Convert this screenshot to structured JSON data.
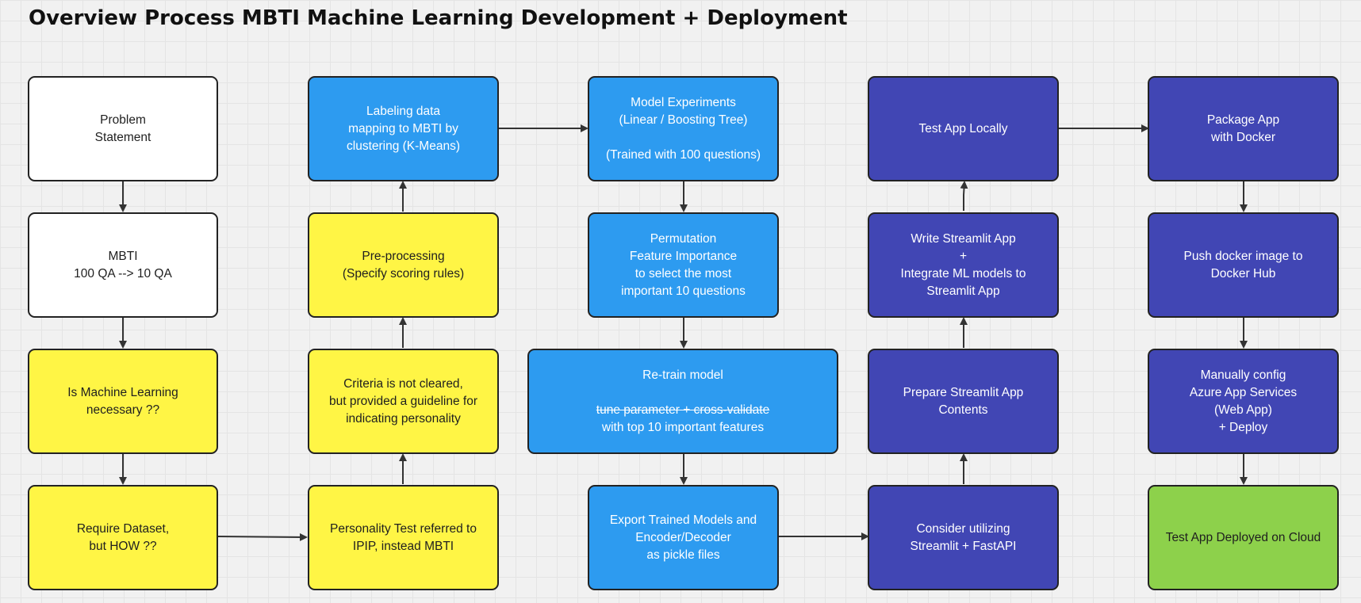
{
  "title": "Overview Process MBTI Machine Learning Development + Deployment",
  "nodes": {
    "problem": {
      "lines": [
        "Problem",
        "Statement"
      ]
    },
    "mbti": {
      "lines": [
        "MBTI",
        "100 QA --> 10 QA"
      ]
    },
    "ml_needed": {
      "lines": [
        "Is Machine Learning",
        "necessary ??"
      ]
    },
    "dataset": {
      "lines": [
        "Require Dataset,",
        "but HOW ??"
      ]
    },
    "ipip": {
      "lines": [
        "Personality Test referred to",
        "IPIP, instead MBTI"
      ]
    },
    "criteria": {
      "lines": [
        "Criteria is not cleared,",
        "but provided a guideline for",
        "indicating personality"
      ]
    },
    "preprocess": {
      "lines": [
        "Pre-processing",
        "(Specify scoring rules)"
      ]
    },
    "labeling": {
      "lines": [
        "Labeling data",
        "mapping to MBTI by",
        "clustering (K-Means)"
      ]
    },
    "experiments": {
      "lines": [
        "Model Experiments",
        "(Linear / Boosting Tree)",
        "",
        "(Trained with 100 questions)"
      ]
    },
    "permutation": {
      "lines": [
        "Permutation",
        "Feature Importance",
        "to select the most",
        "important 10 questions"
      ]
    },
    "retrain": {
      "lines": [
        "Re-train model",
        "",
        "tune parameter + cross-validate",
        "with top 10 important features"
      ]
    },
    "export": {
      "lines": [
        "Export Trained Models and",
        "Encoder/Decoder",
        "as pickle files"
      ]
    },
    "consider": {
      "lines": [
        "Consider utilizing",
        "Streamlit + FastAPI"
      ]
    },
    "prepare": {
      "lines": [
        "Prepare Streamlit App",
        "Contents"
      ]
    },
    "write": {
      "lines": [
        "Write Streamlit App",
        "+",
        "Integrate ML models to",
        "Streamlit App"
      ]
    },
    "test_local": {
      "lines": [
        "Test App Locally"
      ]
    },
    "package": {
      "lines": [
        "Package App",
        "with Docker"
      ]
    },
    "push": {
      "lines": [
        "Push docker image to",
        "Docker Hub"
      ]
    },
    "config": {
      "lines": [
        "Manually config",
        "Azure App Services",
        "(Web App)",
        "+ Deploy"
      ]
    },
    "cloud": {
      "lines": [
        "Test App Deployed on Cloud"
      ]
    }
  },
  "colors": {
    "white": "#ffffff",
    "yellow": "#fff545",
    "blue": "#2d9bf0",
    "indigo": "#4146b4",
    "green": "#8dd14b",
    "arrow": "#333333"
  }
}
